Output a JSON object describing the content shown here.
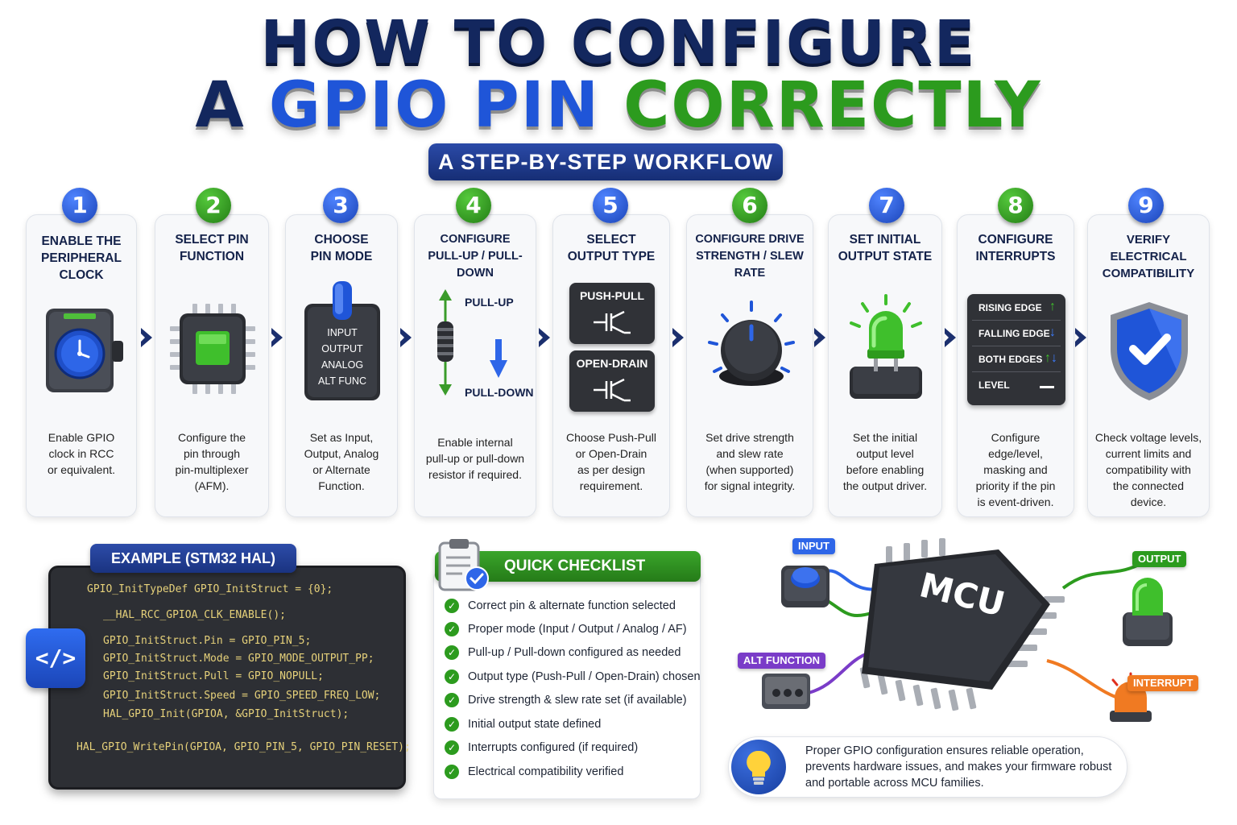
{
  "title": {
    "line1": "HOW TO CONFIGURE",
    "line2_a": "A",
    "line2_b": "GPIO PIN",
    "line2_c": "CORRECTLY"
  },
  "subtitle": "A STEP-BY-STEP WORKFLOW",
  "steps": [
    {
      "number": "1",
      "title": [
        "ENABLE THE",
        "PERIPHERAL",
        "CLOCK"
      ],
      "desc": [
        "Enable GPIO",
        "clock in RCC",
        "or equivalent."
      ],
      "icon": "clock-module-icon"
    },
    {
      "number": "2",
      "title": [
        "SELECT PIN",
        "FUNCTION"
      ],
      "desc": [
        "Configure the",
        "pin through",
        "pin-multiplexer",
        "(AFM)."
      ],
      "icon": "chip-icon"
    },
    {
      "number": "3",
      "title": [
        "CHOOSE",
        "PIN MODE"
      ],
      "desc": [
        "Set as Input,",
        "Output, Analog",
        "or Alternate",
        "Function."
      ],
      "icon": "mode-switch-icon",
      "modes": [
        "INPUT",
        "OUTPUT",
        "ANALOG",
        "ALT FUNC"
      ]
    },
    {
      "number": "4",
      "title": [
        "CONFIGURE",
        "PULL-UP / PULL-DOWN"
      ],
      "desc": [
        "Enable internal",
        "pull-up or pull-down",
        "resistor if required."
      ],
      "icon": "resistor-icon",
      "labels": [
        "PULL-UP",
        "PULL-DOWN"
      ]
    },
    {
      "number": "5",
      "title": [
        "SELECT",
        "OUTPUT TYPE"
      ],
      "desc": [
        "Choose Push-Pull",
        "or Open-Drain",
        "as per design",
        "requirement."
      ],
      "icon": "transistor-icon",
      "labels": [
        "PUSH-PULL",
        "OPEN-DRAIN"
      ]
    },
    {
      "number": "6",
      "title": [
        "CONFIGURE DRIVE",
        "STRENGTH / SLEW RATE"
      ],
      "desc": [
        "Set drive strength",
        "and slew rate",
        "(when supported)",
        "for signal integrity."
      ],
      "icon": "knob-icon"
    },
    {
      "number": "7",
      "title": [
        "SET INITIAL",
        "OUTPUT STATE"
      ],
      "desc": [
        "Set the initial",
        "output level",
        "before enabling",
        "the output driver."
      ],
      "icon": "led-icon"
    },
    {
      "number": "8",
      "title": [
        "CONFIGURE",
        "INTERRUPTS"
      ],
      "desc": [
        "Configure edge/level,",
        "masking and",
        "priority if the pin",
        "is event-driven."
      ],
      "icon": "interrupt-panel-icon",
      "options": [
        "RISING EDGE",
        "FALLING EDGE",
        "BOTH EDGES",
        "LEVEL"
      ]
    },
    {
      "number": "9",
      "title": [
        "VERIFY ELECTRICAL",
        "COMPATIBILITY"
      ],
      "desc": [
        "Check voltage levels,",
        "current limits and",
        "compatibility with",
        "the connected",
        "device."
      ],
      "icon": "shield-check-icon"
    }
  ],
  "code": {
    "tab": "EXAMPLE (STM32 HAL)",
    "icon_label": "</>",
    "lines": [
      "GPIO_InitTypeDef GPIO_InitStruct = {0};",
      "__HAL_RCC_GPIOA_CLK_ENABLE();",
      "GPIO_InitStruct.Pin = GPIO_PIN_5;",
      "GPIO_InitStruct.Mode = GPIO_MODE_OUTPUT_PP;",
      "GPIO_InitStruct.Pull = GPIO_NOPULL;",
      "GPIO_InitStruct.Speed = GPIO_SPEED_FREQ_LOW;",
      "HAL_GPIO_Init(GPIOA, &GPIO_InitStruct);",
      "HAL_GPIO_WritePin(GPIOA, GPIO_PIN_5, GPIO_PIN_RESET);"
    ]
  },
  "checklist": {
    "title": "QUICK CHECKLIST",
    "items": [
      "Correct pin & alternate function selected",
      "Proper mode (Input / Output / Analog / AF)",
      "Pull-up / Pull-down configured as needed",
      "Output type (Push-Pull / Open-Drain) chosen",
      "Drive strength & slew rate set (if available)",
      "Initial output state defined",
      "Interrupts configured (if required)",
      "Electrical compatibility verified"
    ]
  },
  "mcu": {
    "label": "MCU",
    "tags": {
      "input": "INPUT",
      "output": "OUTPUT",
      "alt": "ALT FUNCTION",
      "interrupt": "INTERRUPT"
    }
  },
  "tip": "Proper GPIO configuration ensures reliable operation, prevents hardware issues, and makes your firmware robust and portable across MCU families.",
  "colors": {
    "navy": "#13275e",
    "blue": "#1f55d8",
    "green": "#2c9b1e",
    "purple": "#7a3cc8",
    "orange": "#f07a22"
  }
}
